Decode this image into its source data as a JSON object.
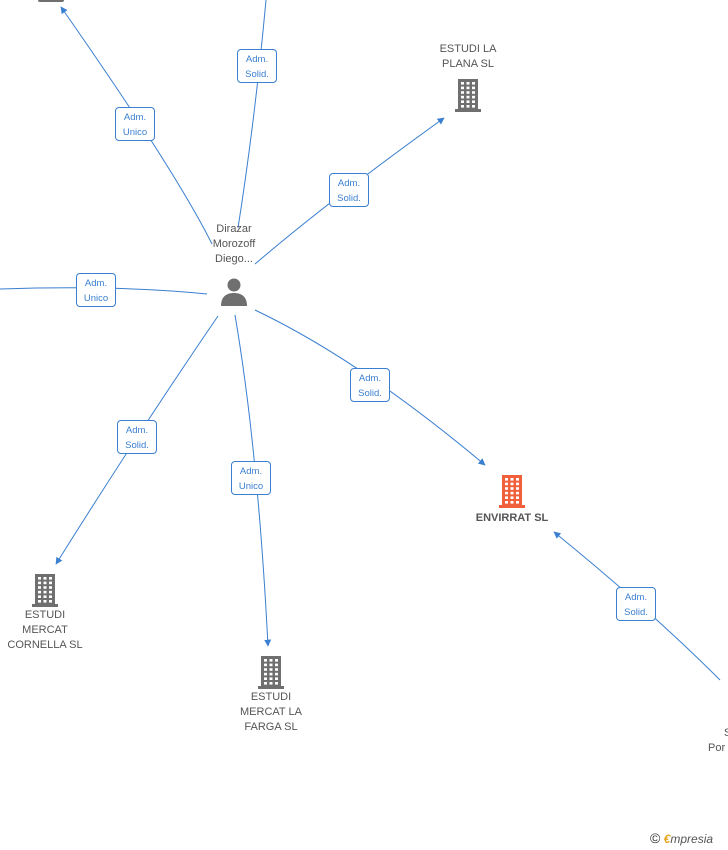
{
  "colors": {
    "edge": "#3a7fd0",
    "company": "#6f6f6f",
    "highlight": "#f0603a",
    "person": "#6f6f6f"
  },
  "icons": {
    "person": "person-icon",
    "company": "building-icon"
  },
  "person": {
    "name_lines": [
      "Dirazar",
      "Morozoff",
      "Diego..."
    ]
  },
  "companies": [
    {
      "id": "estudi-la-plana",
      "name_lines": [
        "ESTUDI LA",
        "PLANA  SL"
      ],
      "highlight": false
    },
    {
      "id": "envirrat",
      "name_lines": [
        "ENVIRRAT  SL"
      ],
      "highlight": true
    },
    {
      "id": "estudi-mercat-cornella",
      "name_lines": [
        "ESTUDI",
        "MERCAT",
        "CORNELLA  SL"
      ],
      "highlight": false
    },
    {
      "id": "estudi-mercat-la-farga",
      "name_lines": [
        "ESTUDI",
        "MERCAT LA",
        "FARGA  SL"
      ],
      "highlight": false
    },
    {
      "id": "partial-right",
      "name_lines": [
        "S",
        "Por"
      ],
      "highlight": false
    }
  ],
  "edges": [
    {
      "id": "edge-top-left",
      "label_lines": [
        "Adm.",
        "Unico"
      ]
    },
    {
      "id": "edge-top",
      "label_lines": [
        "Adm.",
        "Solid."
      ]
    },
    {
      "id": "edge-la-plana",
      "label_lines": [
        "Adm.",
        "Solid."
      ]
    },
    {
      "id": "edge-left",
      "label_lines": [
        "Adm.",
        "Unico"
      ]
    },
    {
      "id": "edge-envirrat",
      "label_lines": [
        "Adm.",
        "Solid."
      ]
    },
    {
      "id": "edge-cornella",
      "label_lines": [
        "Adm.",
        "Solid."
      ]
    },
    {
      "id": "edge-la-farga",
      "label_lines": [
        "Adm.",
        "Unico"
      ]
    },
    {
      "id": "edge-right-envirrat",
      "label_lines": [
        "Adm.",
        "Solid."
      ]
    }
  ],
  "footer": {
    "copyright": "©",
    "brand_initial": "€",
    "brand_rest": "mpresia"
  }
}
